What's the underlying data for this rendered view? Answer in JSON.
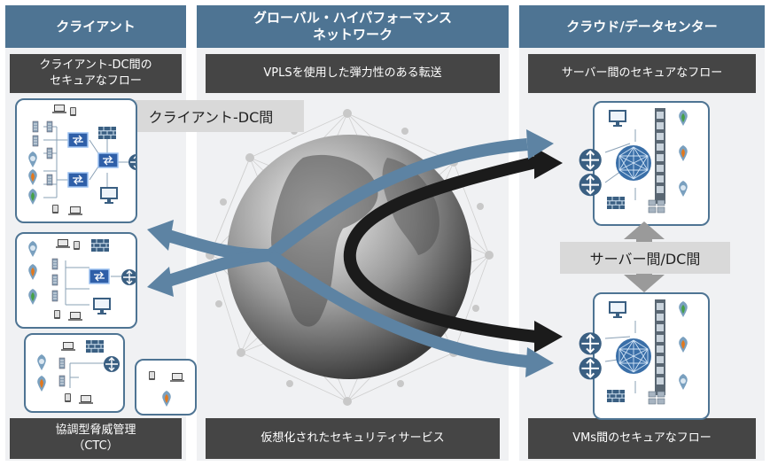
{
  "columns": {
    "client": {
      "header": "クライアント",
      "top_label_line1": "クライアント-DC間の",
      "top_label_line2": "セキュアなフロー",
      "bottom_label_line1": "協調型脅威管理",
      "bottom_label_line2": "（CTC）"
    },
    "network": {
      "header_line1": "グローバル・ハイパフォーマンス",
      "header_line2": "ネットワーク",
      "top_label": "VPLSを使用した弾力性のある転送",
      "bottom_label": "仮想化されたセキュリティサービス"
    },
    "cloud": {
      "header": "クラウド/データセンター",
      "top_label": "サーバー間のセキュアなフロー",
      "bottom_label": "VMs間のセキュアなフロー"
    }
  },
  "tags": {
    "client_dc": "クライアント-DC間",
    "server_dc": "サーバー間/DC間"
  },
  "icons": [
    "router-icon",
    "switch-icon",
    "firewall-icon",
    "monitor-icon",
    "laptop-icon",
    "phone-icon",
    "tablet-icon",
    "server-rack-icon",
    "cloud-node-icon",
    "mesh-fabric-icon",
    "globe-icon"
  ],
  "colors": {
    "header_blue": "#4e7493",
    "arrow_blue": "#5d83a3",
    "arrow_black": "#1b1b1b",
    "label_dark": "#454545",
    "tag_gray": "#d9d9d9"
  }
}
